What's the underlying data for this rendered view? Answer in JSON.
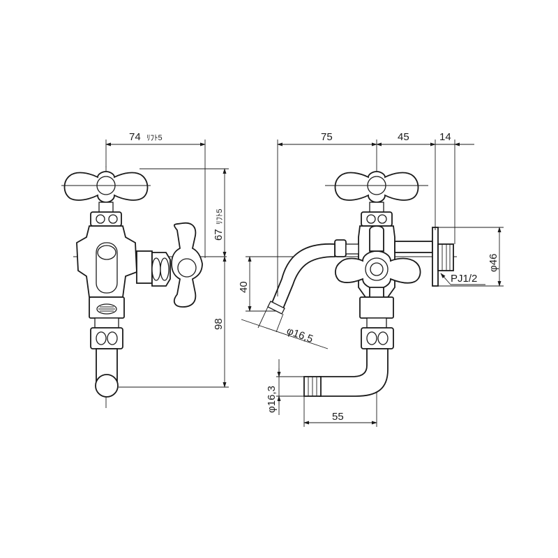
{
  "dimensions": {
    "front_width": "74",
    "front_width_lift": "ﾘﾌﾄ5",
    "front_height_top": "67",
    "front_height_top_lift": "ﾘﾌﾄ5",
    "front_height_bottom": "98",
    "side_spout_reach": "75",
    "side_body": "45",
    "side_flange": "14",
    "side_flange_dia": "φ46",
    "side_thread": "PJ1/2",
    "side_spout_drop": "40",
    "side_spout_dia": "φ16,5",
    "bottom_hose_dia": "φ16,3",
    "bottom_hose_reach": "55"
  }
}
